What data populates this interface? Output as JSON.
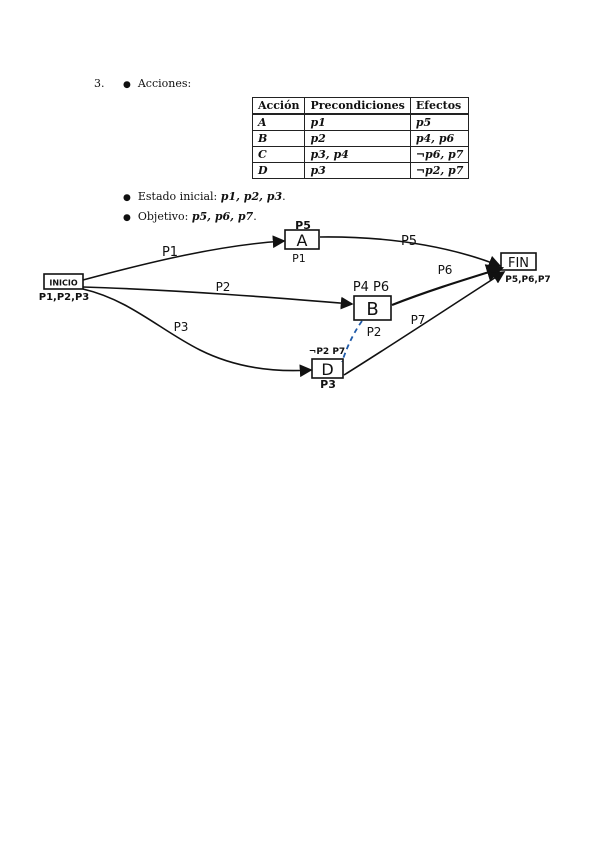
{
  "item_number": "3.",
  "acciones_label": "Acciones:",
  "table": {
    "headers": [
      "Acción",
      "Precondiciones",
      "Efectos"
    ],
    "rows": [
      {
        "accion": "A",
        "pre": "p1",
        "efectos": "p5"
      },
      {
        "accion": "B",
        "pre": "p2",
        "efectos": "p4, p6"
      },
      {
        "accion": "C",
        "pre": "p3, p4",
        "efectos": "¬p6, p7"
      },
      {
        "accion": "D",
        "pre": "p3",
        "efectos": "¬p2, p7"
      }
    ]
  },
  "estado": {
    "label": "Estado inicial:",
    "values": "p1, p2, p3",
    "end": "."
  },
  "objetivo": {
    "label": "Objetivo:",
    "values": "p5, p6, p7",
    "end": "."
  },
  "diagram": {
    "inicio": {
      "label": "INICIO",
      "sub": "P1,P2,P3"
    },
    "a": {
      "label": "A",
      "top": "P5",
      "bottom": "P1"
    },
    "b": {
      "label": "B",
      "top": "P4 P6"
    },
    "d": {
      "label": "D",
      "top": "¬P2 P7",
      "bottom": "P3"
    },
    "fin": {
      "label": "FIN",
      "sub": "P5,P6,P7"
    },
    "edge_labels": {
      "p1": "P1",
      "p2": "P2",
      "p3": "P3",
      "p5": "P5",
      "p6": "P6",
      "p7": "P7",
      "threat": "P2"
    },
    "colors": {
      "ink": "#111111",
      "threat": "#1f5aa8"
    }
  }
}
